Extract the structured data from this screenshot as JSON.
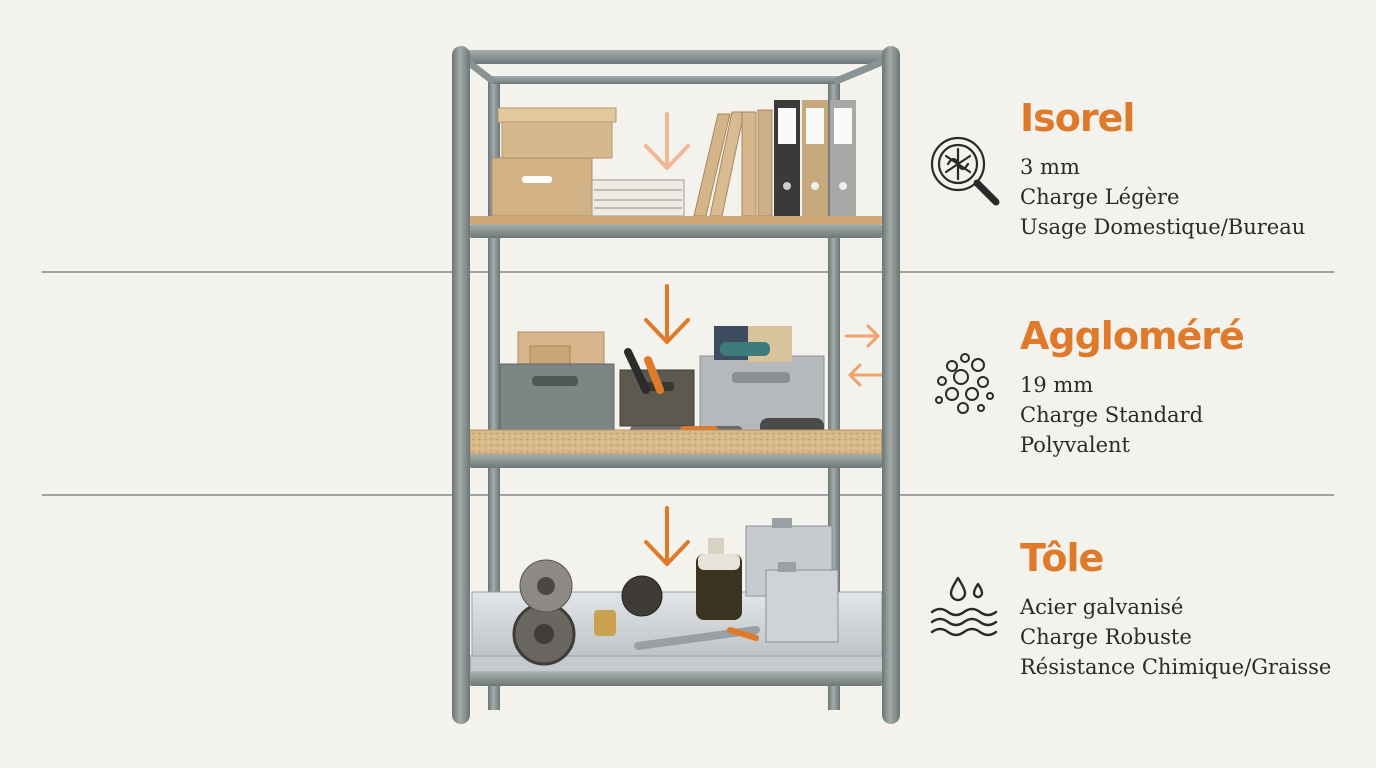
{
  "colors": {
    "accent": "#e07a2b",
    "frame": "#7f8989",
    "text": "#2a2a2a",
    "background": "#f3f2ed"
  },
  "sections": [
    {
      "icon": "magnifier-fibers-icon",
      "title": "Isorel",
      "lines": [
        "3 mm",
        "Charge Légère",
        "Usage Domestique/Bureau"
      ]
    },
    {
      "icon": "particles-icon",
      "title": "Aggloméré",
      "lines": [
        "19 mm",
        "Charge Standard",
        "Polyvalent"
      ]
    },
    {
      "icon": "water-drops-icon",
      "title": "Tôle",
      "lines": [
        "Acier galvanisé",
        "Charge Robuste",
        "Résistance Chimique/Graisse"
      ]
    }
  ]
}
